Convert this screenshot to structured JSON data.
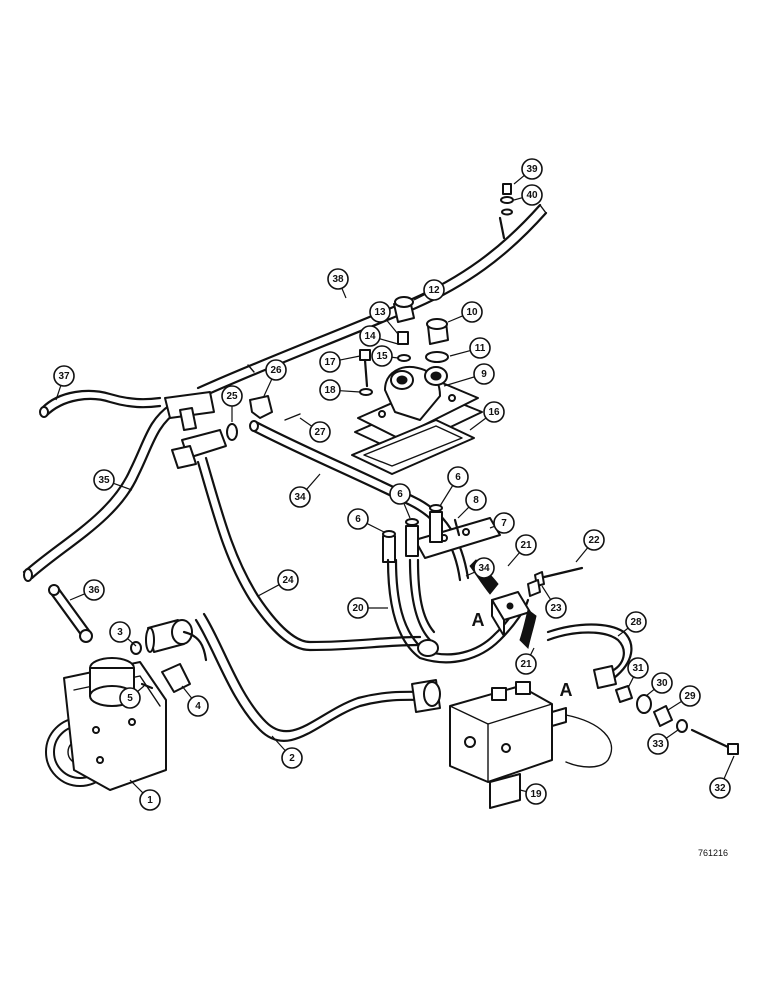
{
  "diagram": {
    "reference_code": "761216",
    "view_letter": "A",
    "callouts": [
      {
        "id": "1",
        "label": "1"
      },
      {
        "id": "2",
        "label": "2"
      },
      {
        "id": "3",
        "label": "3"
      },
      {
        "id": "4",
        "label": "4"
      },
      {
        "id": "5",
        "label": "5"
      },
      {
        "id": "6a",
        "label": "6"
      },
      {
        "id": "6b",
        "label": "6"
      },
      {
        "id": "6c",
        "label": "6"
      },
      {
        "id": "7",
        "label": "7"
      },
      {
        "id": "8",
        "label": "8"
      },
      {
        "id": "9",
        "label": "9"
      },
      {
        "id": "10",
        "label": "10"
      },
      {
        "id": "11",
        "label": "11"
      },
      {
        "id": "12",
        "label": "12"
      },
      {
        "id": "13",
        "label": "13"
      },
      {
        "id": "14",
        "label": "14"
      },
      {
        "id": "15",
        "label": "15"
      },
      {
        "id": "16",
        "label": "16"
      },
      {
        "id": "17",
        "label": "17"
      },
      {
        "id": "18",
        "label": "18"
      },
      {
        "id": "19",
        "label": "19"
      },
      {
        "id": "20",
        "label": "20"
      },
      {
        "id": "21a",
        "label": "21"
      },
      {
        "id": "21b",
        "label": "21"
      },
      {
        "id": "22",
        "label": "22"
      },
      {
        "id": "23",
        "label": "23"
      },
      {
        "id": "24",
        "label": "24"
      },
      {
        "id": "25",
        "label": "25"
      },
      {
        "id": "26",
        "label": "26"
      },
      {
        "id": "27",
        "label": "27"
      },
      {
        "id": "28",
        "label": "28"
      },
      {
        "id": "29",
        "label": "29"
      },
      {
        "id": "30",
        "label": "30"
      },
      {
        "id": "31",
        "label": "31"
      },
      {
        "id": "32",
        "label": "32"
      },
      {
        "id": "33",
        "label": "33"
      },
      {
        "id": "34a",
        "label": "34"
      },
      {
        "id": "34b",
        "label": "34"
      },
      {
        "id": "35",
        "label": "35"
      },
      {
        "id": "36",
        "label": "36"
      },
      {
        "id": "37",
        "label": "37"
      },
      {
        "id": "38",
        "label": "38"
      },
      {
        "id": "39",
        "label": "39"
      },
      {
        "id": "40",
        "label": "40"
      }
    ]
  }
}
